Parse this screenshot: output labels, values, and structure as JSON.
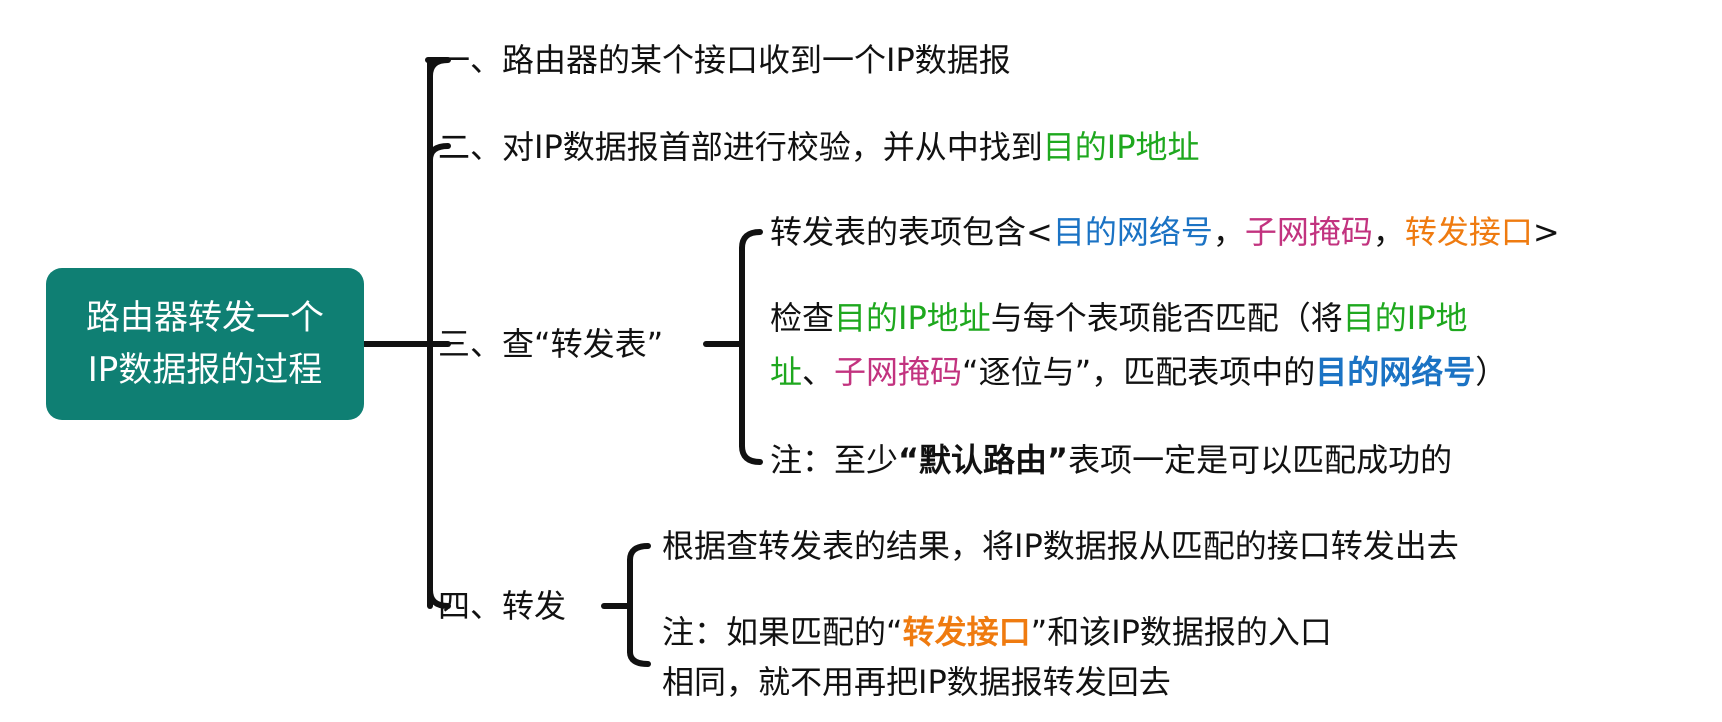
{
  "root": {
    "line1": "路由器转发一个",
    "line2": "IP数据报的过程"
  },
  "step1": {
    "text": "一、路由器的某个接口收到一个IP数据报"
  },
  "step2": {
    "text": "二、对IP数据报首部进行校验，并从中找到",
    "highlight": "目的IP地址"
  },
  "step3": {
    "label": "三、查“转发表”",
    "item1": {
      "prefix": "转发表的表项包含<",
      "dest_network": "目的网络号",
      "sep1": "，",
      "subnet_mask": "子网掩码",
      "sep2": "，",
      "forward_interface": "转发接口",
      "suffix": ">"
    },
    "item2": {
      "prefix": "检查",
      "dest_ip": "目的IP地址",
      "middle": "与每个表项能否匹配（将",
      "dest_ip_part1": "目的IP地",
      "dest_ip_part2": "址",
      "sep": "、",
      "subnet_mask": "子网掩码",
      "bitwise": "“逐位与”，匹配表项中的",
      "dest_network": "目的网络号",
      "close": "）"
    },
    "item3": {
      "prefix": "注：至少",
      "default_route": "“默认路由”",
      "suffix": "表项一定是可以匹配成功的"
    }
  },
  "step4": {
    "label": "四、转发",
    "item1": {
      "text": "根据查转发表的结果，将IP数据报从匹配的接口转发出去"
    },
    "item2": {
      "prefix": "注：如果匹配的“",
      "forward_interface": "转发接口",
      "suffix": "”和该IP数据报的入口",
      "line2": "相同，就不用再把IP数据报转发回去"
    }
  },
  "colors": {
    "root_bg": "#0f7f73",
    "green": "#1ea81e",
    "blue": "#1b73c4",
    "magenta": "#c2337f",
    "orange": "#ef7b10"
  }
}
